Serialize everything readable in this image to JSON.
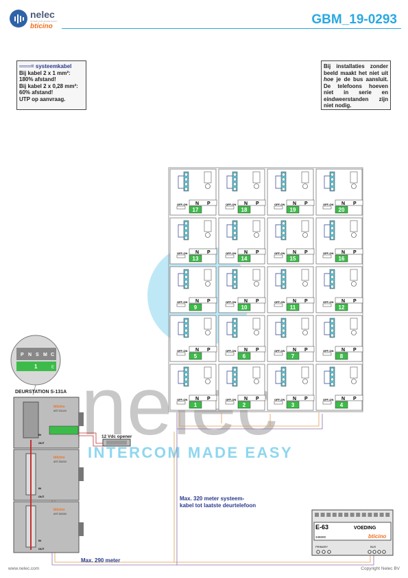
{
  "header": {
    "logo_name": "nelec",
    "logo_tagline": "INTERCOM MADE EASY",
    "logo_brand": "bticino",
    "doc_code": "GBM_19-0293"
  },
  "note_left": {
    "key_label": "= systeemkabel",
    "lines": [
      "Bij kabel 2 x 1 mm²:",
      "180% afstand!",
      "Bij kabel 2 x 0,28 mm²:",
      "60% afstand!",
      "UTP op aanvraag."
    ]
  },
  "note_right": {
    "text_pre": "Bij installaties zonder beeld maakt het niet uit ",
    "text_em": "hoe",
    "text_post": " je de bus aansluit. De telefoons hoeven niet in serie en eindweerstanden zijn niet nodig."
  },
  "door_station": {
    "title": "DEURSTATION S-131A",
    "top_code": "ART.331100",
    "ext_code": "ART.352000",
    "dip_labels": [
      "P",
      "N",
      "S",
      "M",
      "C"
    ],
    "dip_number": "1",
    "dip_letter": "E",
    "port_in": "IN",
    "port_out": "OUT",
    "brand": "bticino"
  },
  "opener": {
    "label": "12 Vdc opener"
  },
  "cable_notes": {
    "max_door": "Max. 290 meter",
    "max_system_1": "Max. 320 meter systeem-",
    "max_system_2": "kabel tot laatste deurtelefoon"
  },
  "phones": {
    "switch_label": "OFF-ON",
    "terminals": [
      "N",
      "P"
    ],
    "rows": [
      [
        "17",
        "18",
        "19",
        "20"
      ],
      [
        "13",
        "14",
        "15",
        "16"
      ],
      [
        "9",
        "10",
        "11",
        "12"
      ],
      [
        "5",
        "6",
        "7",
        "8"
      ],
      [
        "1",
        "2",
        "3",
        "4"
      ]
    ]
  },
  "power_supply": {
    "model": "E-63",
    "label": "VOEDING",
    "code": "346000",
    "brand": "bticino",
    "primary_label": "PRIMARY",
    "bus_label": "BUS"
  },
  "watermark": {
    "name": "nelec",
    "tagline": "INTERCOM MADE EASY"
  },
  "footer": {
    "left": "www.nelec.com",
    "right": "Copyright Nelec BV"
  },
  "colors": {
    "accent": "#29a9e0",
    "cable_blue": "#2b3a8c",
    "terminal_green": "#3dbb4a",
    "wire_orange": "#e39a4a"
  }
}
